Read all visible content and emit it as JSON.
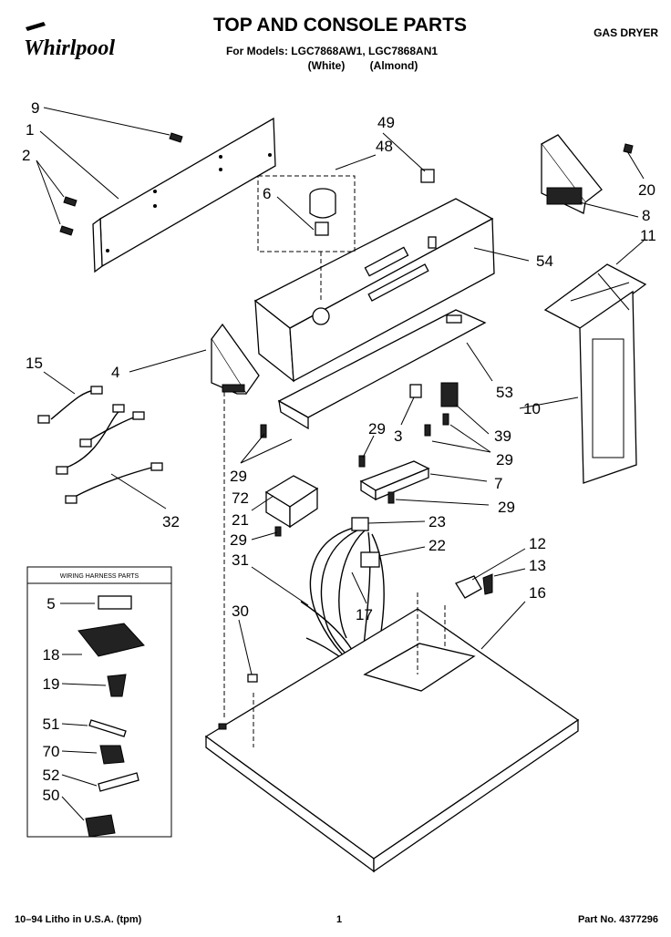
{
  "header": {
    "brand": "Whirlpool",
    "title": "TOP AND CONSOLE PARTS",
    "models_line": "For Models: LGC7868AW1, LGC7868AN1",
    "color_white": "(White)",
    "color_almond": "(Almond)",
    "product_type": "GAS DRYER"
  },
  "legend": {
    "title": "WIRING HARNESS PARTS",
    "items": [
      "5",
      "18",
      "19",
      "51",
      "70",
      "52",
      "50"
    ]
  },
  "callouts": {
    "c9": "9",
    "c1": "1",
    "c2": "2",
    "c49": "49",
    "c48": "48",
    "c6": "6",
    "c20": "20",
    "c8": "8",
    "c54": "54",
    "c11": "11",
    "c15": "15",
    "c4": "4",
    "c53": "53",
    "c10": "10",
    "c39": "39",
    "c3": "3",
    "c29a": "29",
    "c29b": "29",
    "c29c": "29",
    "c29d": "29",
    "c29e": "29",
    "c72": "72",
    "c21": "21",
    "c7": "7",
    "c32": "32",
    "c23": "23",
    "c22": "22",
    "c31": "31",
    "c12": "12",
    "c13": "13",
    "c16": "16",
    "c17": "17",
    "c30": "30"
  },
  "footer": {
    "print_info": "10–94 Litho in U.S.A. (tpm)",
    "page": "1",
    "part_no": "Part No. 4377296"
  }
}
